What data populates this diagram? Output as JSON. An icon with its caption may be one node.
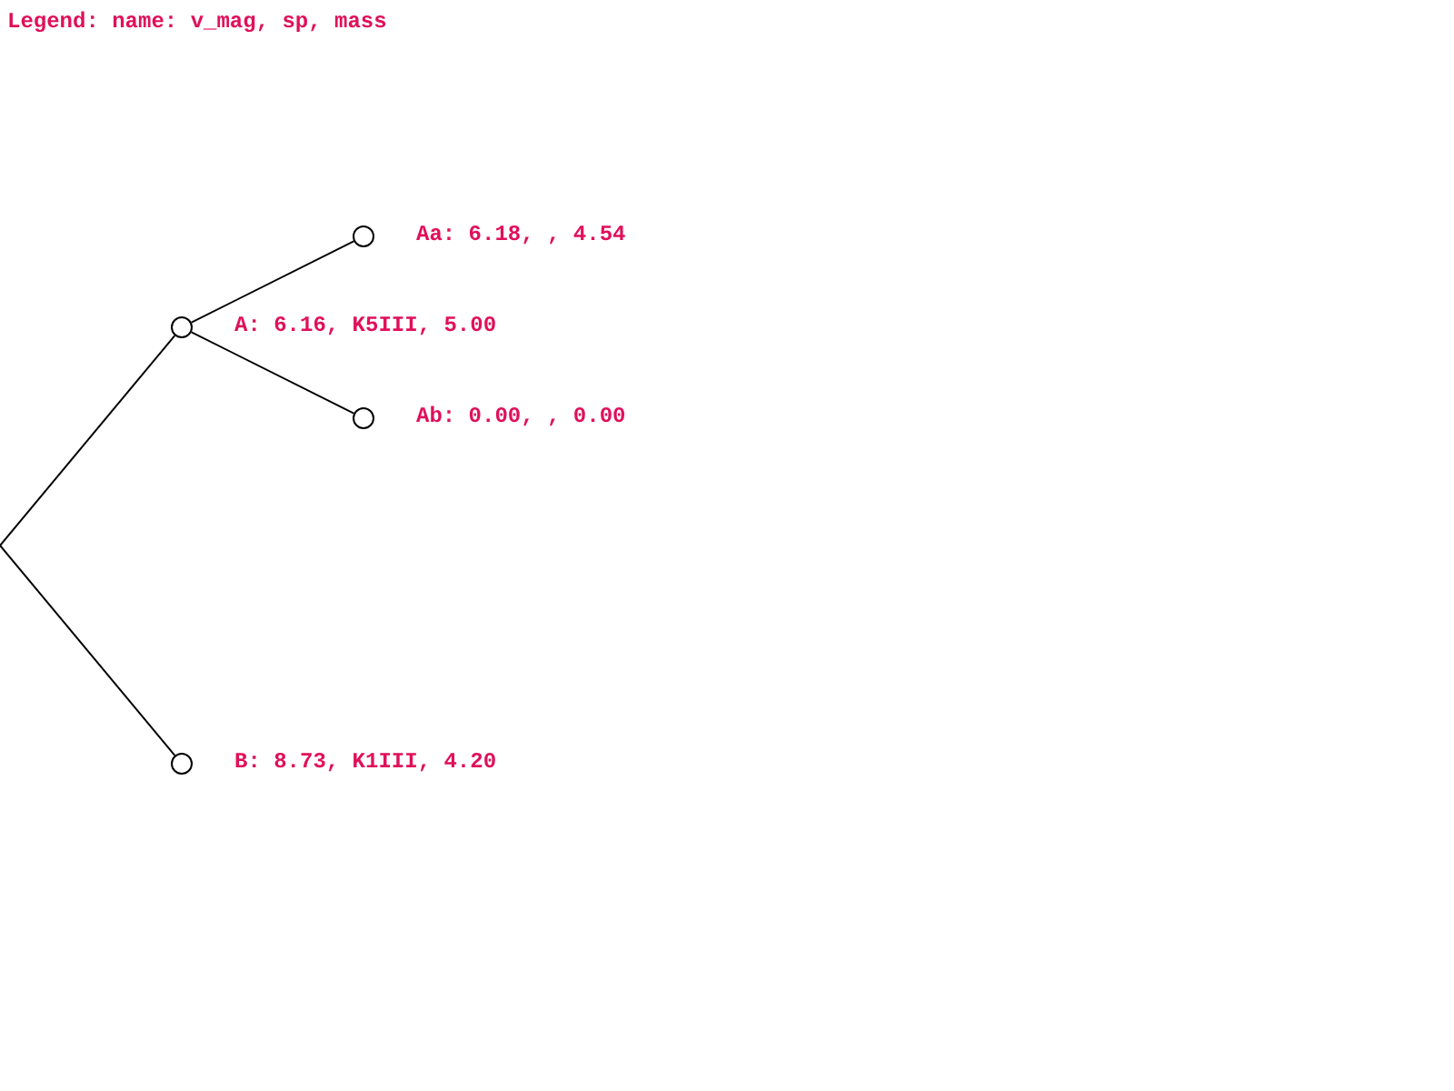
{
  "diagram": {
    "nodes": [
      {
        "text": [],
        "shape": "circle",
        "beside": [
          "A: 6.16, K5III, 5.00"
        ]
      },
      {
        "text": [],
        "shape": "circle",
        "beside": [
          "Aa: 6.18, , 4.54"
        ]
      },
      {
        "text": [],
        "shape": "circle",
        "beside": [
          "Ab: 0.00, , 0.00"
        ]
      },
      {
        "text": [],
        "shape": "circle",
        "beside": [
          "B: 8.73, K1III, 4.20"
        ]
      }
    ],
    "edges": [
      {
        "from": null,
        "to": 0,
        "arrow": "none"
      },
      {
        "from": null,
        "to": 3,
        "arrow": "none"
      },
      {
        "from": 0,
        "to": 1,
        "arrow": "none"
      },
      {
        "from": 0,
        "to": 2,
        "arrow": "none"
      }
    ],
    "labels": [
      "Legend: name: v_mag, sp, mass"
    ]
  }
}
